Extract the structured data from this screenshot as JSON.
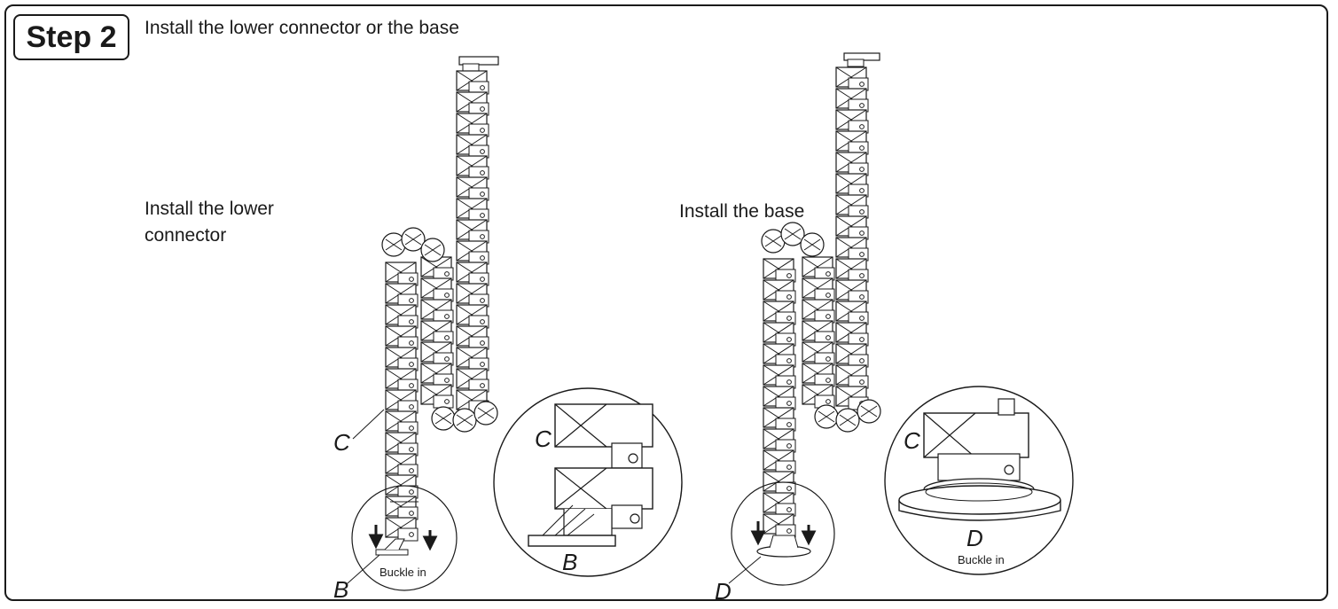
{
  "step": {
    "label": "Step 2",
    "title": "Install the lower connector or the base"
  },
  "left": {
    "heading_line1": "Install the lower",
    "heading_line2": "connector",
    "callout_chain": "C",
    "callout_connector": "B",
    "buckle_text": "Buckle in",
    "detail_chain": "C",
    "detail_part": "B"
  },
  "right": {
    "heading": "Install the base",
    "callout_base": "D",
    "detail_chain": "C",
    "detail_part": "D",
    "buckle_text": "Buckle in"
  },
  "colors": {
    "line": "#1a1a1a",
    "background": "#ffffff"
  }
}
